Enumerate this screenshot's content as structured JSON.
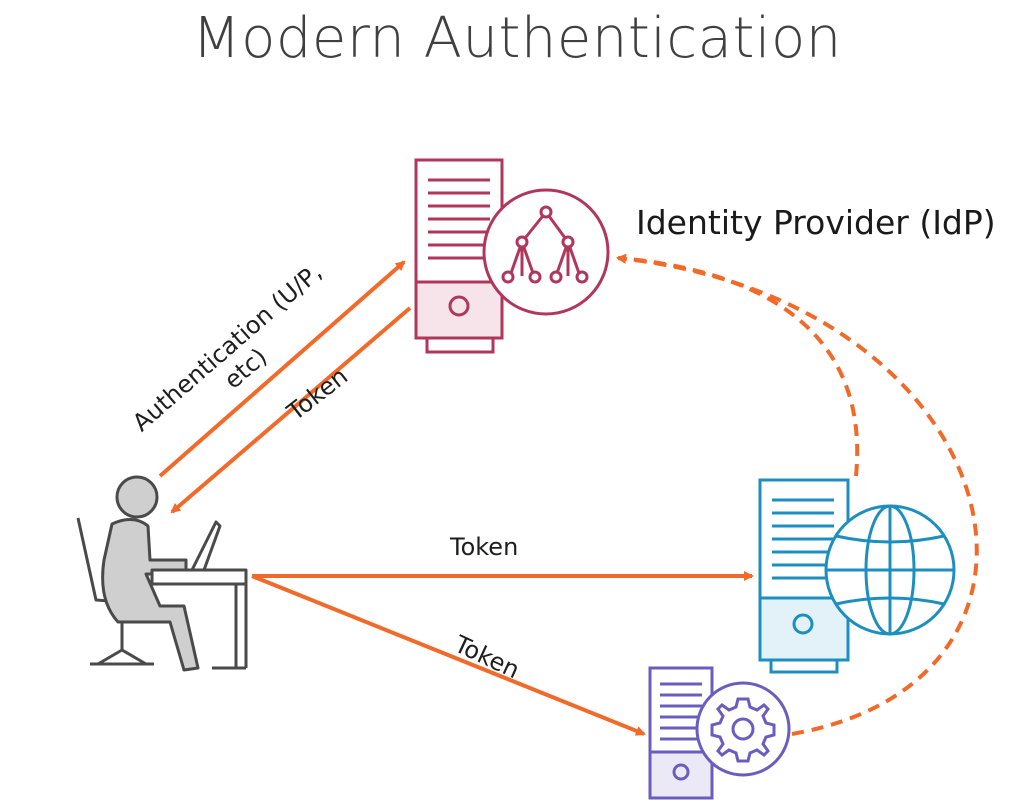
{
  "title": "Modern Authentication",
  "idp_label": "Identity Provider (IdP)",
  "arrows": {
    "auth_label_line1": "Authentication (U/P,",
    "auth_label_line2": "etc)",
    "token_from_idp": "Token",
    "token_to_web": "Token",
    "token_to_app": "Token"
  },
  "colors": {
    "arrow": "#f26a2a",
    "idp_server": "#b1365b",
    "web_server": "#1d8fbf",
    "app_server": "#6b5cc0",
    "user": "#4a4a4a",
    "user_fill": "#cfcfcf"
  },
  "icons": {
    "idp": "hierarchy-icon",
    "web": "globe-icon",
    "app": "gear-icon",
    "user": "user-at-computer-icon"
  }
}
